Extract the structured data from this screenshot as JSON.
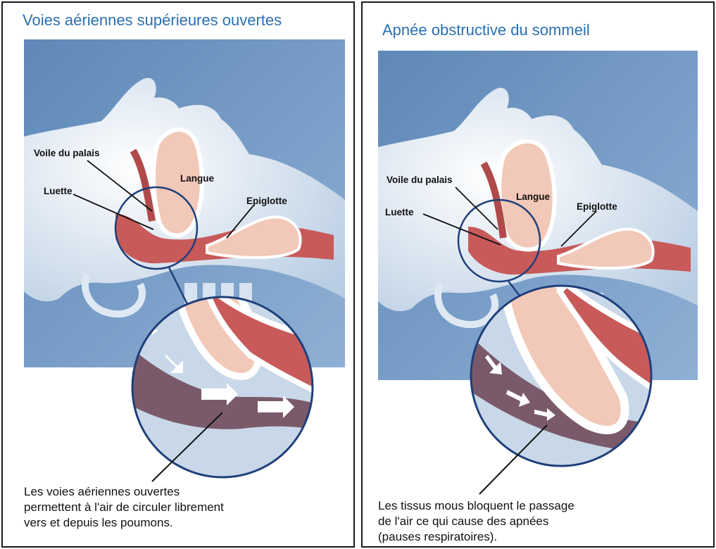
{
  "panels": [
    {
      "title": "Voies aériennes supérieures ouvertes",
      "labels": {
        "soft_palate": "Voile du palais",
        "tongue": "Langue",
        "uvula": "Luette",
        "epiglottis": "Epiglotte"
      },
      "caption": [
        "Les voies aériennes ouvertes",
        "permettent à l'air de circuler librement",
        "vers et depuis les poumons."
      ]
    },
    {
      "title": "Apnée obstructive du sommeil",
      "labels": {
        "soft_palate": "Voile du palais",
        "tongue": "Langue",
        "uvula": "Luette",
        "epiglottis": "Epiglotte"
      },
      "caption": [
        "Les tissus mous bloquent le passage",
        "de l'air ce qui cause des apnées",
        "(pauses respiratoires)."
      ]
    }
  ],
  "colors": {
    "title": "#2a6fb0",
    "background": "#6f96c2",
    "skin": "#e8f0f8",
    "airway": "#c85a5a",
    "tongue": "#f2c8b8"
  }
}
